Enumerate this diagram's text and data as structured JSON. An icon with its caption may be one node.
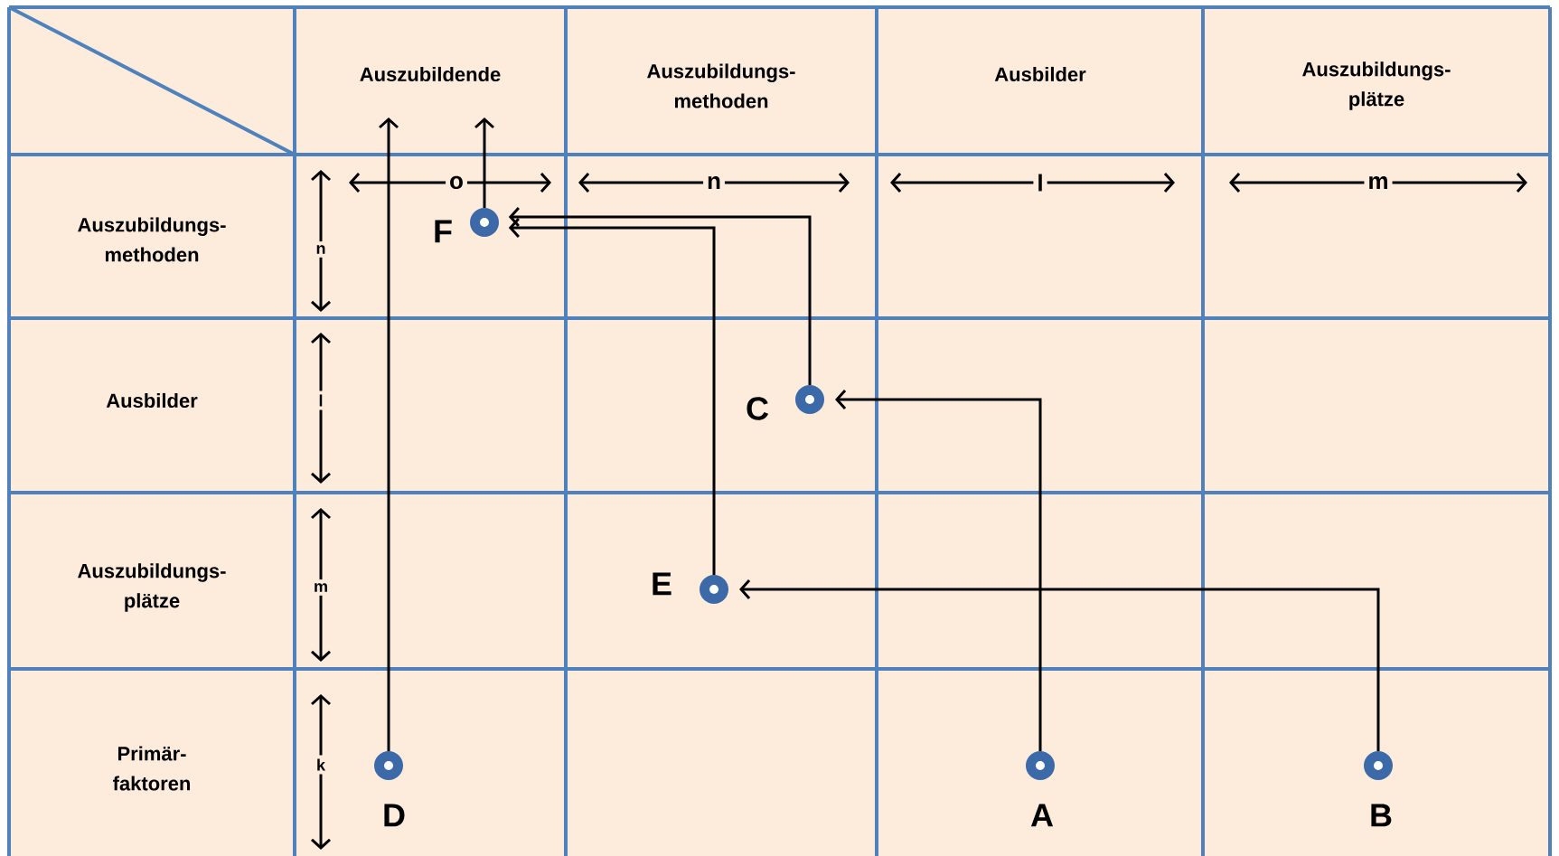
{
  "diagram": {
    "nodes": [
      {
        "text": [],
        "shape": "circle",
        "beside": [
          "F"
        ]
      },
      {
        "text": [],
        "shape": "circle",
        "beside": [
          "C"
        ]
      },
      {
        "text": [],
        "shape": "circle",
        "beside": [
          "E"
        ]
      },
      {
        "text": [],
        "shape": "circle",
        "beside": [
          "D"
        ]
      },
      {
        "text": [],
        "shape": "circle",
        "beside": [
          "A"
        ]
      },
      {
        "text": [],
        "shape": "circle",
        "beside": [
          "B"
        ]
      }
    ],
    "edges": [
      {
        "from": 4,
        "to": 1,
        "arrow": "to"
      },
      {
        "from": 5,
        "to": 2,
        "arrow": "to"
      },
      {
        "from": 1,
        "to": 0,
        "arrow": "to"
      },
      {
        "from": 2,
        "to": 0,
        "arrow": "to"
      },
      {
        "from": 3,
        "to": null,
        "arrow": "to"
      },
      {
        "from": 0,
        "to": null,
        "arrow": "to"
      }
    ],
    "labels": [
      "Auszubildende",
      "Auszubildungs- methoden",
      "Ausbilder",
      "Auszubildungs- plätze",
      "Auszubildungs- methoden",
      "n",
      "o",
      "n",
      "l",
      "m",
      "Ausbilder",
      "l",
      "Auszubildungs- plätze",
      "m",
      "Primär- faktoren",
      "k"
    ]
  }
}
